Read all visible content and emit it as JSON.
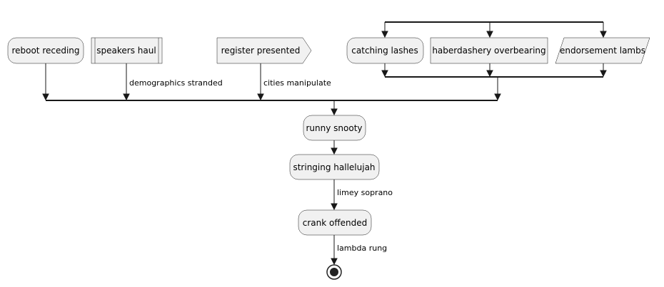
{
  "diagram": {
    "nodes": {
      "reboot": "reboot receding",
      "speakers": "speakers haul",
      "register": "register presented",
      "catching": "catching lashes",
      "haberdashery": "haberdashery overbearing",
      "endorsement": "endorsement lambs",
      "runny": "runny snooty",
      "stringing": "stringing hallelujah",
      "crank": "crank offended"
    },
    "edges": {
      "demographics": "demographics stranded",
      "cities": "cities manipulate",
      "limey": "limey soprano",
      "lambda": "lambda rung"
    },
    "colors": {
      "node_fill": "#f1f1f1",
      "stroke": "#181818"
    }
  }
}
